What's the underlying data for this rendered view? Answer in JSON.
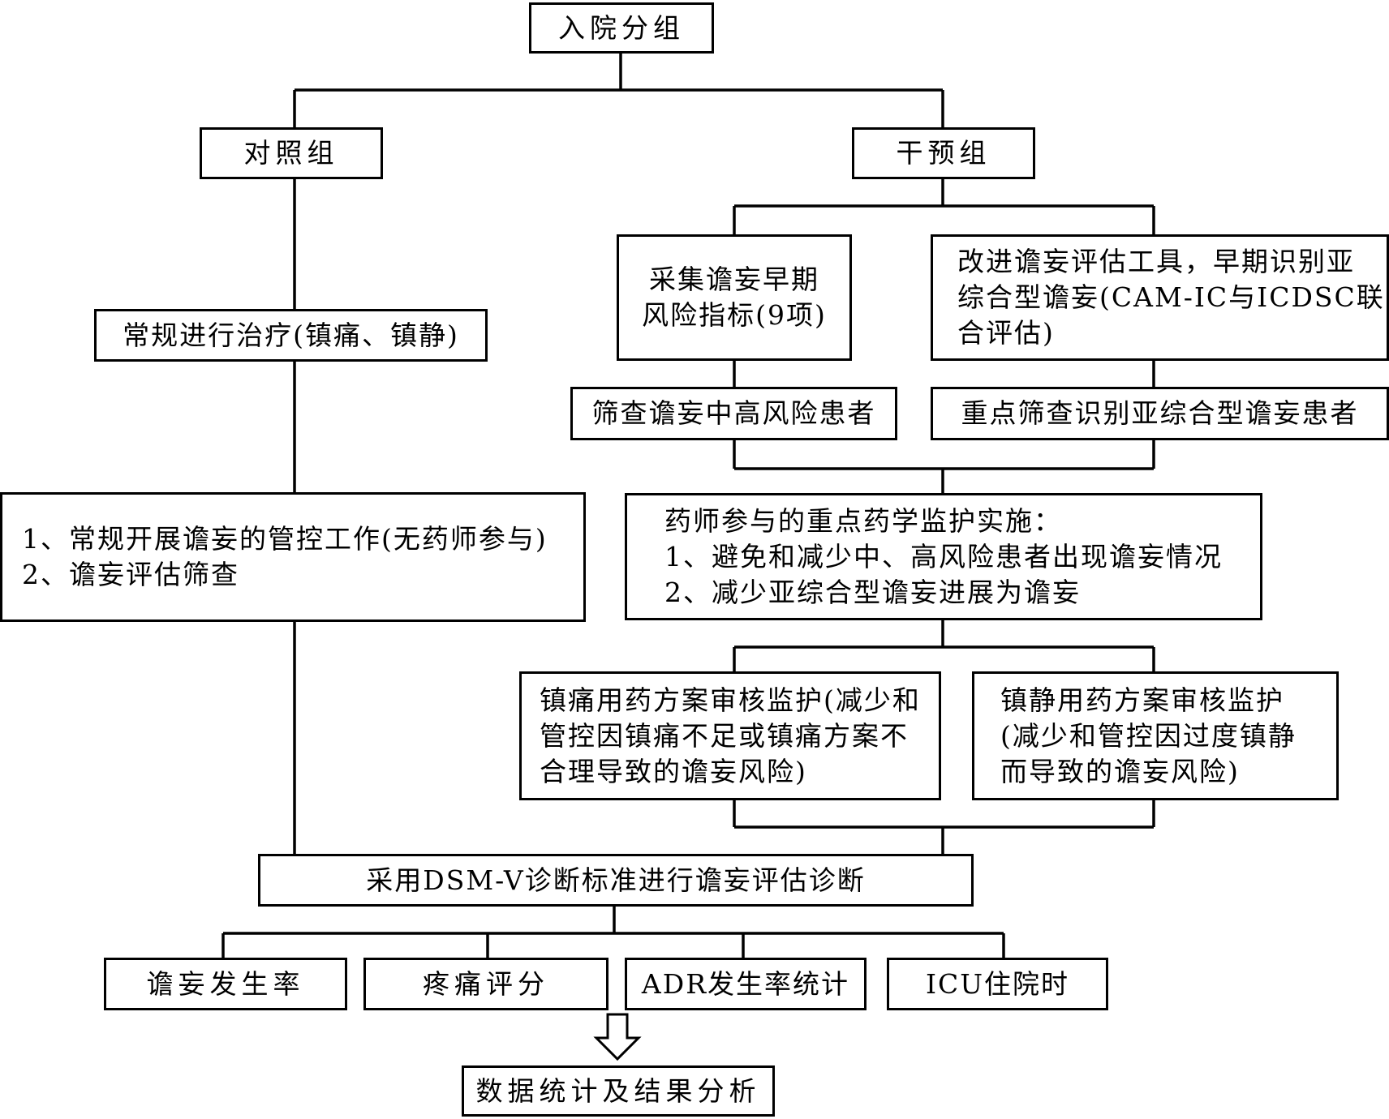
{
  "title": "入院分组",
  "control": {
    "label": "对照组",
    "treatment": "常规进行治疗(镇痛、镇静)",
    "work": [
      "1、常规开展谵妄的管控工作(无药师参与)",
      "2、谵妄评估筛查"
    ]
  },
  "intervention": {
    "label": "干预组",
    "indicators": [
      "采集谵妄早期",
      "风险指标(9项)"
    ],
    "tools": [
      "改进谵妄评估工具，早期识别亚",
      "综合型谵妄(CAM-IC与ICDSC联",
      "合评估)"
    ],
    "screen_high": "筛查谵妄中高风险患者",
    "screen_sub": "重点筛查识别亚综合型谵妄患者",
    "care": [
      "药师参与的重点药学监护实施：",
      "1、避免和减少中、高风险患者出现谵妄情况",
      "2、减少亚综合型谵妄进展为谵妄"
    ],
    "analgesia": [
      "镇痛用药方案审核监护(减少和",
      "管控因镇痛不足或镇痛方案不",
      "合理导致的谵妄风险)"
    ],
    "sedation": [
      "镇静用药方案审核监护",
      "(减少和管控因过度镇静",
      "而导致的谵妄风险)"
    ]
  },
  "diagnosis": "采用DSM-V诊断标准进行谵妄评估诊断",
  "outcomes": [
    "谵妄发生率",
    "疼痛评分",
    "ADR发生率统计",
    "ICU住院时"
  ],
  "analysis": "数据统计及结果分析",
  "colors": {
    "line": "#000000",
    "background": "#ffffff"
  }
}
